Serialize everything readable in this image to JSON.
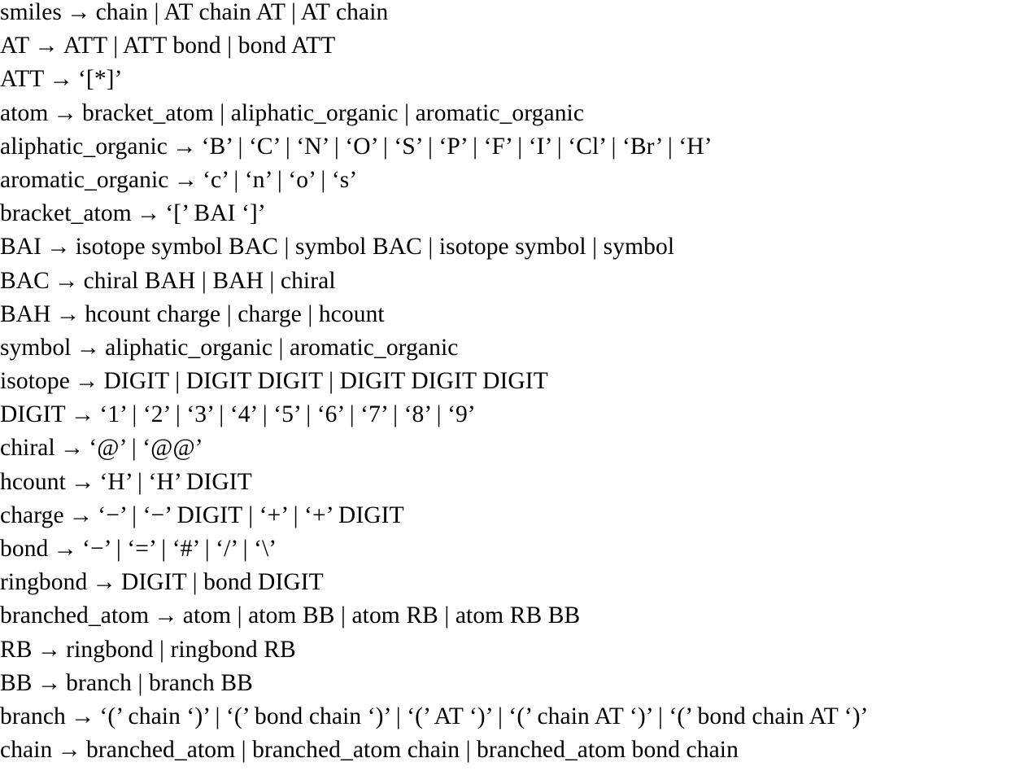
{
  "document": {
    "rules": [
      {
        "lhs": "smiles",
        "arrow": "→",
        "rhs": "chain | AT chain AT | AT chain"
      },
      {
        "lhs": "AT",
        "arrow": "→",
        "rhs": "ATT | ATT bond | bond ATT"
      },
      {
        "lhs": "ATT",
        "arrow": "→",
        "rhs": "‘[*]’"
      },
      {
        "lhs": "atom",
        "arrow": "→",
        "rhs": "bracket_atom | aliphatic_organic | aromatic_organic"
      },
      {
        "lhs": "aliphatic_organic",
        "arrow": "→",
        "rhs": "‘B’ | ‘C’ | ‘N’ | ‘O’ | ‘S’ | ‘P’ | ‘F’ | ‘I’ | ‘Cl’ | ‘Br’ | ‘H’"
      },
      {
        "lhs": "aromatic_organic",
        "arrow": "→",
        "rhs": "‘c’ | ‘n’ | ‘o’ | ‘s’"
      },
      {
        "lhs": "bracket_atom",
        "arrow": "→",
        "rhs": "‘[’ BAI ‘]’"
      },
      {
        "lhs": "BAI",
        "arrow": "→",
        "rhs": "isotope symbol BAC | symbol BAC | isotope symbol | symbol"
      },
      {
        "lhs": "BAC",
        "arrow": "→",
        "rhs": "chiral BAH | BAH | chiral"
      },
      {
        "lhs": "BAH",
        "arrow": "→",
        "rhs": "hcount charge | charge | hcount"
      },
      {
        "lhs": "symbol",
        "arrow": "→",
        "rhs": "aliphatic_organic | aromatic_organic"
      },
      {
        "lhs": "isotope",
        "arrow": "→",
        "rhs": "DIGIT | DIGIT DIGIT | DIGIT DIGIT DIGIT"
      },
      {
        "lhs": "DIGIT",
        "arrow": "→",
        "rhs": "‘1’ | ‘2’ | ‘3’ | ‘4’ | ‘5’ | ‘6’ | ‘7’ | ‘8’ | ‘9’"
      },
      {
        "lhs": "chiral",
        "arrow": "→",
        "rhs": "‘@’ | ‘@@’"
      },
      {
        "lhs": "hcount",
        "arrow": "→",
        "rhs": "‘H’ | ‘H’ DIGIT"
      },
      {
        "lhs": "charge",
        "arrow": "→",
        "rhs": "‘−’ | ‘−’ DIGIT | ‘+’ | ‘+’ DIGIT"
      },
      {
        "lhs": "bond",
        "arrow": "→",
        "rhs": "‘−’ | ‘=’ | ‘#’ | ‘/’ | ‘\\’"
      },
      {
        "lhs": "ringbond",
        "arrow": "→",
        "rhs": "DIGIT | bond DIGIT"
      },
      {
        "lhs": "branched_atom",
        "arrow": "→",
        "rhs": "atom | atom BB | atom RB | atom RB BB"
      },
      {
        "lhs": "RB",
        "arrow": "→",
        "rhs": "ringbond | ringbond RB"
      },
      {
        "lhs": "BB",
        "arrow": "→",
        "rhs": "branch | branch BB"
      },
      {
        "lhs": "branch",
        "arrow": "→",
        "rhs": "‘(’ chain ‘)’ | ‘(’ bond chain ‘)’ | ‘(’ AT ‘)’ | ‘(’ chain AT ‘)’ | ‘(’ bond chain AT ‘)’"
      },
      {
        "lhs": "chain",
        "arrow": "→",
        "rhs": "branched_atom | branched_atom chain | branched_atom bond chain"
      }
    ]
  }
}
